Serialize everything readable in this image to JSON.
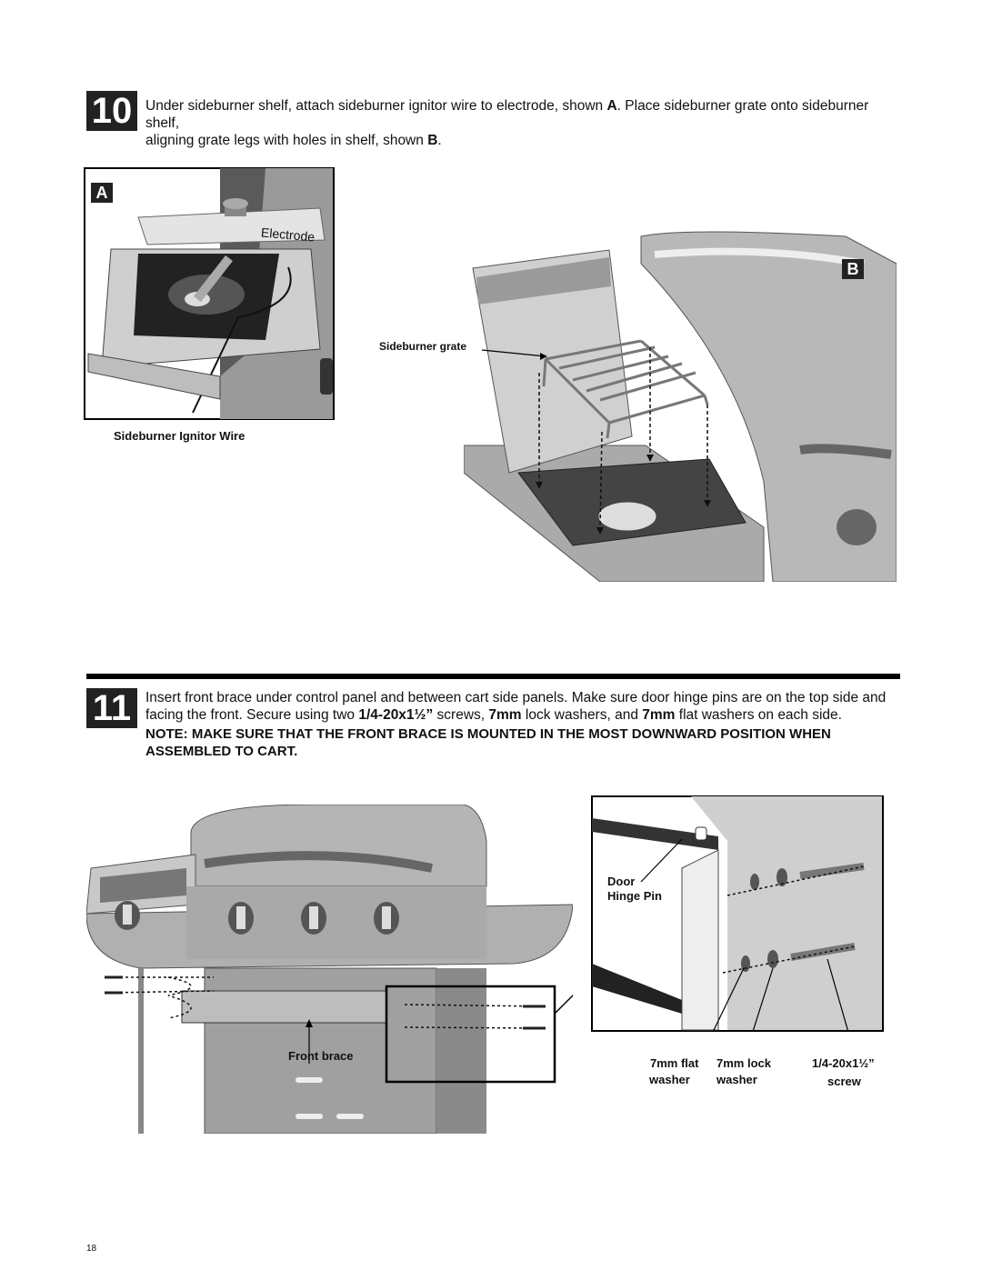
{
  "step10": {
    "number": "10",
    "text_line1_a": "Under sideburner shelf, attach sideburner ignitor wire to electrode, shown ",
    "text_line1_b": "A",
    "text_line1_c": ". Place sideburner grate onto sideburner shelf,",
    "text_line2_a": "aligning grate legs with holes in shelf, shown ",
    "text_line2_b": "B",
    "text_line2_c": ".",
    "figA": {
      "badge": "A",
      "electrode_label": "Electrode",
      "wire_label": "Sideburner Ignitor Wire"
    },
    "figB": {
      "badge": "B",
      "grate_label": "Sideburner grate"
    }
  },
  "step11": {
    "number": "11",
    "line1": "Insert front brace under control panel and between cart side panels. Make sure door hinge pins are on the top side and",
    "line2_a": "facing the front. Secure using two ",
    "line2_b": "1/4-20x1½”",
    "line2_c": " screws, ",
    "line2_d": "7mm",
    "line2_e": " lock washers, and ",
    "line2_f": "7mm",
    "line2_g": " flat washers on each side.",
    "note_line1": "NOTE: MAKE SURE THAT THE FRONT BRACE IS MOUNTED IN THE MOST DOWNWARD POSITION WHEN",
    "note_line2": "ASSEMBLED TO CART.",
    "front_brace_label": "Front brace",
    "door_label": "Door",
    "hinge_label": "Hinge Pin",
    "flat_washer_1": "7mm flat",
    "flat_washer_2": "washer",
    "lock_washer_1": "7mm lock",
    "lock_washer_2": "washer",
    "screw_1": "1/4-20x1½”",
    "screw_2": "screw"
  },
  "page_number": "18"
}
